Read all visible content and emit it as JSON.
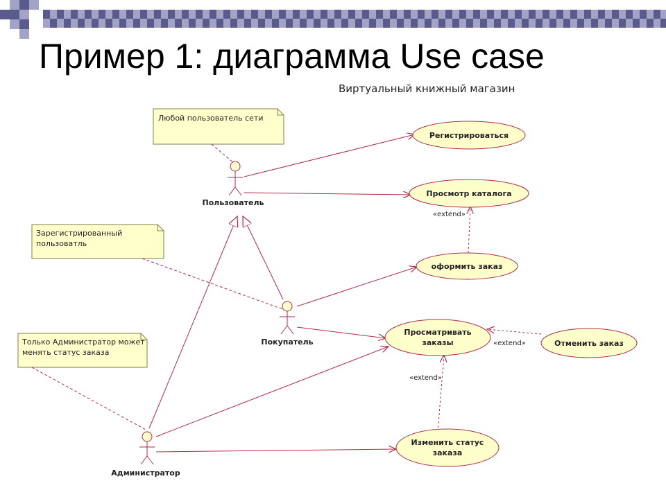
{
  "slide": {
    "title": "Пример 1: диаграмма Use case"
  },
  "diagram": {
    "title": "Виртуальный книжный магазин",
    "actors": [
      {
        "id": "user",
        "label": "Пользователь"
      },
      {
        "id": "buyer",
        "label": "Покупатель"
      },
      {
        "id": "admin",
        "label": "Администратор"
      }
    ],
    "use_cases": [
      {
        "id": "register",
        "label_lines": [
          "Регистрироваться"
        ]
      },
      {
        "id": "browse",
        "label_lines": [
          "Просмотр каталога"
        ]
      },
      {
        "id": "order",
        "label_lines": [
          "оформить заказ"
        ]
      },
      {
        "id": "view_orders",
        "label_lines": [
          "Просматривать",
          "заказы"
        ]
      },
      {
        "id": "cancel",
        "label_lines": [
          "Отменить заказ"
        ]
      },
      {
        "id": "change_status",
        "label_lines": [
          "Изменить статус",
          "заказа"
        ]
      }
    ],
    "notes": [
      {
        "id": "note1",
        "lines": [
          "Любой пользователь сети"
        ]
      },
      {
        "id": "note2",
        "lines": [
          "Зарегистрированный",
          "пользоватль"
        ]
      },
      {
        "id": "note3",
        "lines": [
          "Только Администратор может",
          "менять статус заказа"
        ]
      }
    ],
    "extend_label": "«extend»",
    "colors": {
      "line": "#b22a4a",
      "note_fill": "#ffffcc",
      "note_border": "#7f7f4f",
      "usecase_fill": "#ffffcc",
      "actor_head": "#ffffcc",
      "bar_dark": "#5a5a8c",
      "bar_light": "#a3a3c8"
    }
  }
}
